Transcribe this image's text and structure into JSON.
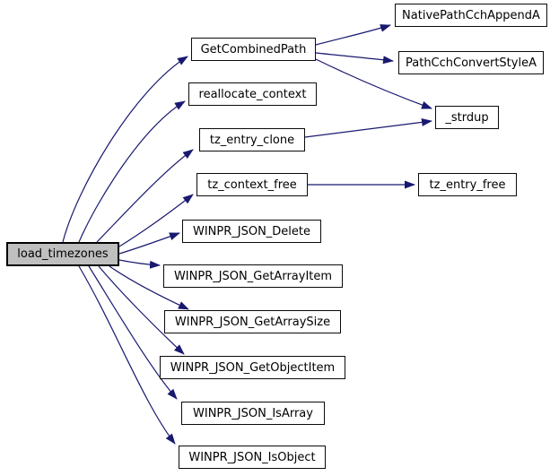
{
  "diagram": {
    "type": "call-graph",
    "background_color": "#ffffff",
    "edge_color": "#191970",
    "node_fill": "#ffffff",
    "node_border_color": "#000000",
    "root_node_fill": "#bfbfbf",
    "nodes": {
      "load_timezones": "load_timezones",
      "GetCombinedPath": "GetCombinedPath",
      "NativePathCchAppendA": "NativePathCchAppendA",
      "PathCchConvertStyleA": "PathCchConvertStyleA",
      "_strdup": "_strdup",
      "reallocate_context": "reallocate_context",
      "tz_entry_clone": "tz_entry_clone",
      "tz_context_free": "tz_context_free",
      "tz_entry_free": "tz_entry_free",
      "WINPR_JSON_Delete": "WINPR_JSON_Delete",
      "WINPR_JSON_GetArrayItem": "WINPR_JSON_GetArrayItem",
      "WINPR_JSON_GetArraySize": "WINPR_JSON_GetArraySize",
      "WINPR_JSON_GetObjectItem": "WINPR_JSON_GetObjectItem",
      "WINPR_JSON_IsArray": "WINPR_JSON_IsArray",
      "WINPR_JSON_IsObject": "WINPR_JSON_IsObject"
    },
    "edges": [
      {
        "from": "load_timezones",
        "to": "GetCombinedPath"
      },
      {
        "from": "load_timezones",
        "to": "reallocate_context"
      },
      {
        "from": "load_timezones",
        "to": "tz_entry_clone"
      },
      {
        "from": "load_timezones",
        "to": "tz_context_free"
      },
      {
        "from": "load_timezones",
        "to": "WINPR_JSON_Delete"
      },
      {
        "from": "load_timezones",
        "to": "WINPR_JSON_GetArrayItem"
      },
      {
        "from": "load_timezones",
        "to": "WINPR_JSON_GetArraySize"
      },
      {
        "from": "load_timezones",
        "to": "WINPR_JSON_GetObjectItem"
      },
      {
        "from": "load_timezones",
        "to": "WINPR_JSON_IsArray"
      },
      {
        "from": "load_timezones",
        "to": "WINPR_JSON_IsObject"
      },
      {
        "from": "GetCombinedPath",
        "to": "NativePathCchAppendA"
      },
      {
        "from": "GetCombinedPath",
        "to": "PathCchConvertStyleA"
      },
      {
        "from": "GetCombinedPath",
        "to": "_strdup"
      },
      {
        "from": "tz_entry_clone",
        "to": "_strdup"
      },
      {
        "from": "tz_context_free",
        "to": "tz_entry_free"
      }
    ]
  }
}
